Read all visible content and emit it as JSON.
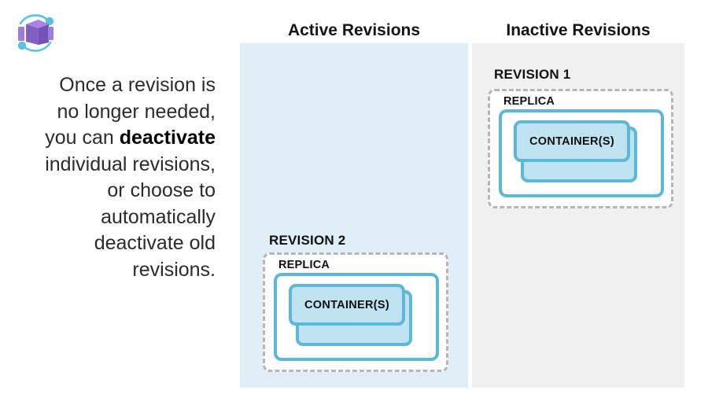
{
  "logo": {
    "name": "azure-container-apps-icon",
    "colors": {
      "box_primary": "#8661c5",
      "box_light": "#a67ee0",
      "box_dark": "#6d4ca8",
      "orbit": "#50c4e0"
    }
  },
  "description": {
    "line1": "Once a revision is",
    "line2": "no longer needed,",
    "line3_prefix": "you can ",
    "line3_bold": "deactivate",
    "line4": "individual revisions,",
    "line5": "or choose to",
    "line6": "automatically",
    "line7": "deactivate old",
    "line8": "revisions."
  },
  "columns": {
    "active": {
      "title": "Active Revisions",
      "background": "#dfeef7"
    },
    "inactive": {
      "title": "Inactive Revisions",
      "background": "#f0f0f0"
    }
  },
  "revisions": [
    {
      "id": "revision-2",
      "label": "REVISION 2",
      "column": "active",
      "replica_label": "REPLICA",
      "container_label": "CONTAINER(S)",
      "container_count": 2
    },
    {
      "id": "revision-1",
      "label": "REVISION 1",
      "column": "inactive",
      "replica_label": "REPLICA",
      "container_label": "CONTAINER(S)",
      "container_count": 2
    }
  ],
  "palette": {
    "container_fill": "#bfe3f1",
    "container_border": "#5bb8d6",
    "revision_dash_border": "#b6b6b6",
    "replica_fill": "#ffffff",
    "text_primary": "#111111"
  }
}
